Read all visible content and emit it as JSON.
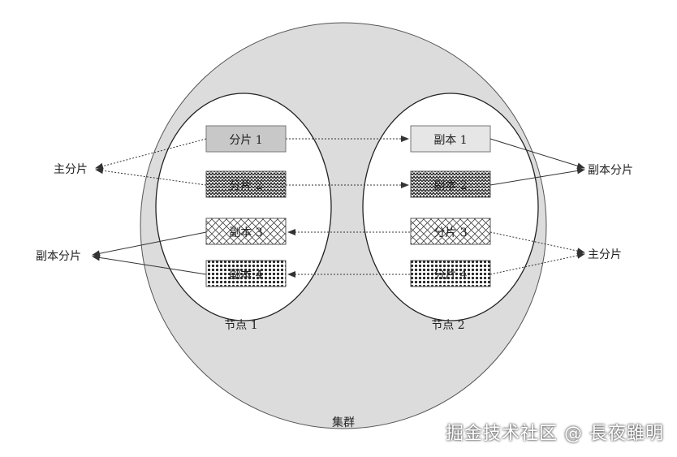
{
  "cluster": {
    "label": "集群"
  },
  "nodes": [
    {
      "label": "节点 1"
    },
    {
      "label": "节点 2"
    }
  ],
  "shards": {
    "n1_0": "分片 1",
    "n1_1": "分片 2",
    "n1_2": "副本 3",
    "n1_3": "副本 4",
    "n2_0": "副本 1",
    "n2_1": "副本 2",
    "n2_2": "分片 3",
    "n2_3": "分片 4"
  },
  "legend": {
    "left_primary": "主分片",
    "left_replica": "副本分片",
    "right_replica": "副本分片",
    "right_primary": "主分片"
  },
  "watermark": "掘金技术社区 @ 長夜雖明",
  "colors": {
    "cluster_fill": "#dcdcdc",
    "shard1_fill": "#c8c8c8",
    "line": "#333333"
  }
}
